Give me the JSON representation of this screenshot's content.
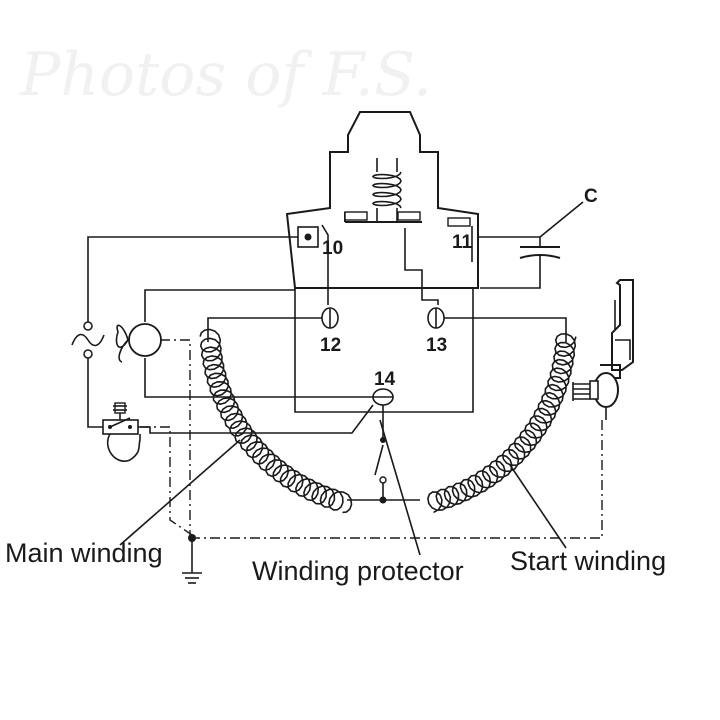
{
  "terminals": {
    "t10": "10",
    "t11": "11",
    "t12": "12",
    "t13": "13",
    "t14": "14",
    "capacitor": "C"
  },
  "labels": {
    "main_winding": "Main winding",
    "winding_protector": "Winding protector",
    "start_winding": "Start winding"
  },
  "symbols": {
    "ac_source": "~"
  },
  "watermark": "Photos of F.S.",
  "colors": {
    "line": "#1a1a1a",
    "background": "#ffffff",
    "watermark": "#f1f1f1"
  }
}
